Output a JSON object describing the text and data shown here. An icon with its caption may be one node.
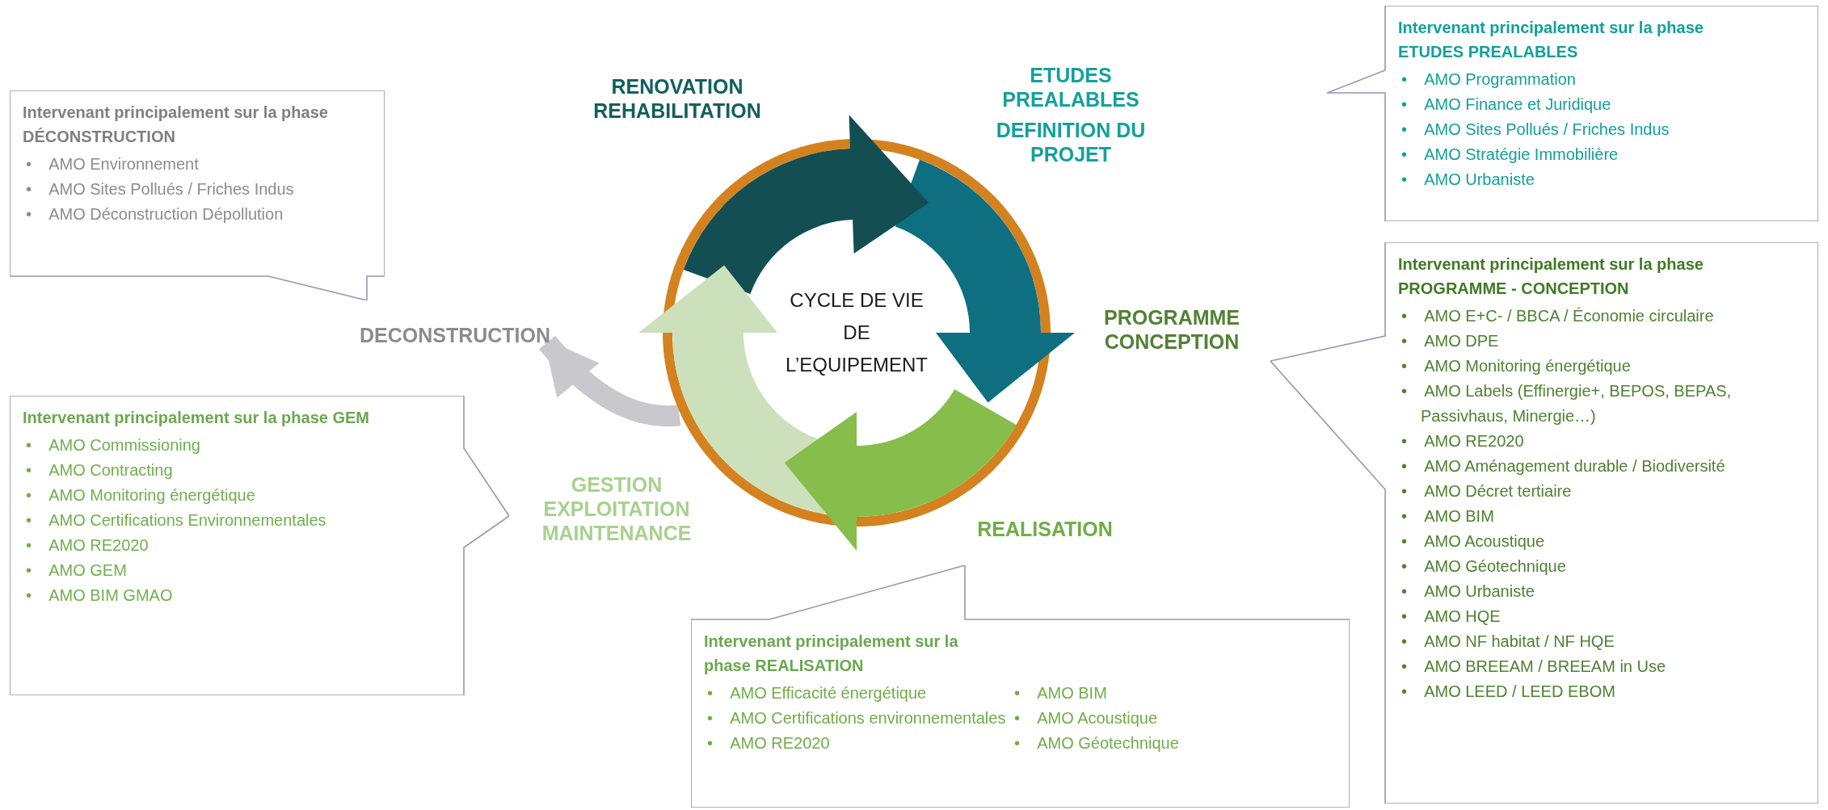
{
  "diagram": {
    "nodes": [
      {
        "text": [
          "CYCLE DE VIE DE L’EQUIPEMENT"
        ]
      },
      {
        "text": [
          "RENOVATION REHABILITATION"
        ]
      },
      {
        "text": [
          "ETUDES PREALABLES",
          "DEFINITION DU PROJET"
        ]
      },
      {
        "text": [
          "PROGRAMME CONCEPTION"
        ]
      },
      {
        "text": [
          "REALISATION"
        ]
      },
      {
        "text": [
          "GESTION EXPLOITATION MAINTENANCE"
        ]
      },
      {
        "text": [
          "DECONSTRUCTION"
        ]
      },
      {
        "text": [
          "Intervenant principalement sur la phase DÉCONSTRUCTION",
          "• AMO Environnement",
          "• AMO Sites Pollués / Friches Indus",
          "• AMO Déconstruction Dépollution"
        ]
      },
      {
        "text": [
          "Intervenant principalement sur la phase ETUDES PREALABLES",
          "• AMO Programmation",
          "• AMO Finance et Juridique",
          "• AMO Sites Pollués / Friches Indus",
          "• AMO Stratégie Immobilière",
          "• AMO Urbaniste"
        ]
      },
      {
        "text": [
          "Intervenant principalement sur la phase PROGRAMME - CONCEPTION",
          "• AMO E+C- / BBCA / Économie circulaire",
          "• AMO DPE",
          "• AMO Monitoring énergétique",
          "• AMO Labels (Effinergie+, BEPOS, BEPAS, Passivhaus, Minergie…)",
          "• AMO RE2020",
          "• AMO Aménagement durable / Biodiversité",
          "• AMO Décret tertiaire",
          "• AMO BIM",
          "• AMO Acoustique",
          "• AMO Géotechnique",
          "• AMO Urbaniste",
          "• AMO HQE",
          "• AMO NF habitat / NF HQE",
          "• AMO BREEAM / BREEAM in Use",
          "• AMO LEED / LEED EBOM"
        ]
      },
      {
        "text": [
          "Intervenant principalement sur la phase GEM",
          "• AMO Commissioning",
          "• AMO Contracting",
          "• AMO Monitoring énergétique",
          "• AMO Certifications Environnementales",
          "• AMO RE2020",
          "• AMO GEM",
          "• AMO BIM GMAO"
        ]
      },
      {
        "text": [
          "Intervenant principalement sur la phase REALISATION",
          "• AMO Efficacité énergétique",
          "• AMO Certifications environnementales",
          "• AMO RE2020",
          "• AMO BIM",
          "• AMO Acoustique",
          "• AMO Géotechnique"
        ]
      }
    ],
    "edges": [
      {
        "from": 0,
        "to": 6,
        "arrow": "to"
      }
    ]
  }
}
